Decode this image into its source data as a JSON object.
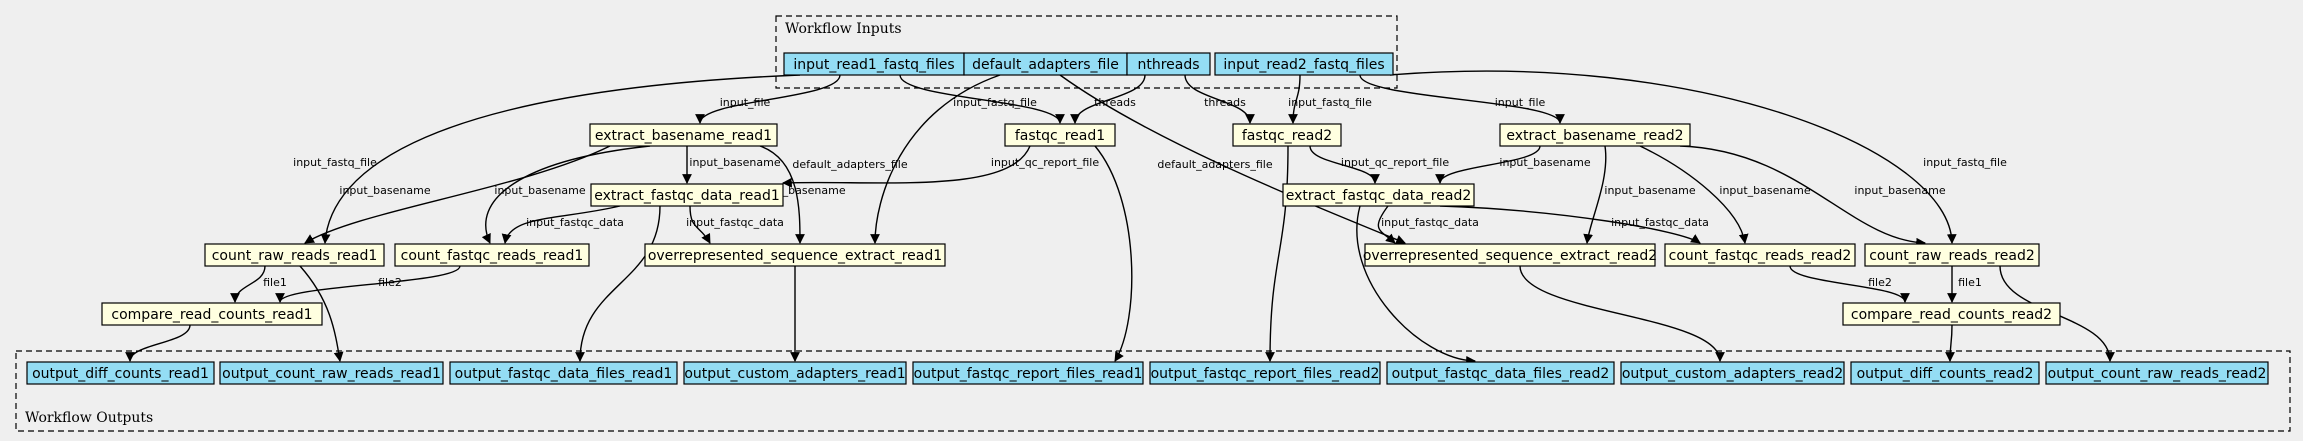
{
  "clusters": {
    "inputs_label": "Workflow Inputs",
    "outputs_label": "Workflow Outputs"
  },
  "colors": {
    "input_fill": "#94ddf4",
    "step_fill": "#ffffe0",
    "output_fill": "#94ddf4",
    "edge": "#000000",
    "background": "#efefef"
  },
  "nodes": [
    {
      "id": "in_r1",
      "kind": "input",
      "label": "input_read1_fastq_files"
    },
    {
      "id": "in_adapters",
      "kind": "input",
      "label": "default_adapters_file"
    },
    {
      "id": "in_threads",
      "kind": "input",
      "label": "nthreads"
    },
    {
      "id": "in_r2",
      "kind": "input",
      "label": "input_read2_fastq_files"
    },
    {
      "id": "ext_base_r1",
      "kind": "step",
      "label": "extract_basename_read1"
    },
    {
      "id": "fastqc_r1",
      "kind": "step",
      "label": "fastqc_read1"
    },
    {
      "id": "fastqc_r2",
      "kind": "step",
      "label": "fastqc_read2"
    },
    {
      "id": "ext_base_r2",
      "kind": "step",
      "label": "extract_basename_read2"
    },
    {
      "id": "ext_data_r1",
      "kind": "step",
      "label": "extract_fastqc_data_read1"
    },
    {
      "id": "ext_data_r2",
      "kind": "step",
      "label": "extract_fastqc_data_read2"
    },
    {
      "id": "count_raw_r1",
      "kind": "step",
      "label": "count_raw_reads_read1"
    },
    {
      "id": "count_fq_r1",
      "kind": "step",
      "label": "count_fastqc_reads_read1"
    },
    {
      "id": "overrep_r1",
      "kind": "step",
      "label": "overrepresented_sequence_extract_read1"
    },
    {
      "id": "overrep_r2",
      "kind": "step",
      "label": "overrepresented_sequence_extract_read2"
    },
    {
      "id": "count_fq_r2",
      "kind": "step",
      "label": "count_fastqc_reads_read2"
    },
    {
      "id": "count_raw_r2",
      "kind": "step",
      "label": "count_raw_reads_read2"
    },
    {
      "id": "cmp_r1",
      "kind": "step",
      "label": "compare_read_counts_read1"
    },
    {
      "id": "cmp_r2",
      "kind": "step",
      "label": "compare_read_counts_read2"
    },
    {
      "id": "out_diff_r1",
      "kind": "output",
      "label": "output_diff_counts_read1"
    },
    {
      "id": "out_raw_r1",
      "kind": "output",
      "label": "output_count_raw_reads_read1"
    },
    {
      "id": "out_data_r1",
      "kind": "output",
      "label": "output_fastqc_data_files_read1"
    },
    {
      "id": "out_adapt_r1",
      "kind": "output",
      "label": "output_custom_adapters_read1"
    },
    {
      "id": "out_report_r1",
      "kind": "output",
      "label": "output_fastqc_report_files_read1"
    },
    {
      "id": "out_report_r2",
      "kind": "output",
      "label": "output_fastqc_report_files_read2"
    },
    {
      "id": "out_data_r2",
      "kind": "output",
      "label": "output_fastqc_data_files_read2"
    },
    {
      "id": "out_adapt_r2",
      "kind": "output",
      "label": "output_custom_adapters_read2"
    },
    {
      "id": "out_diff_r2",
      "kind": "output",
      "label": "output_diff_counts_read2"
    },
    {
      "id": "out_raw_r2",
      "kind": "output",
      "label": "output_count_raw_reads_read2"
    }
  ],
  "edges": [
    {
      "from": "in_r1",
      "to": "ext_base_r1",
      "label": "input_file"
    },
    {
      "from": "in_r1",
      "to": "fastqc_r1",
      "label": "input_fastq_file"
    },
    {
      "from": "in_r1",
      "to": "count_raw_r1",
      "label": "input_fastq_file"
    },
    {
      "from": "in_threads",
      "to": "fastqc_r1",
      "label": "threads"
    },
    {
      "from": "in_threads",
      "to": "fastqc_r2",
      "label": "threads"
    },
    {
      "from": "in_adapters",
      "to": "overrep_r1",
      "label": "default_adapters_file"
    },
    {
      "from": "in_adapters",
      "to": "overrep_r2",
      "label": "default_adapters_file"
    },
    {
      "from": "in_r2",
      "to": "fastqc_r2",
      "label": "input_fastq_file"
    },
    {
      "from": "in_r2",
      "to": "ext_base_r2",
      "label": "input_file"
    },
    {
      "from": "in_r2",
      "to": "count_raw_r2",
      "label": "input_fastq_file"
    },
    {
      "from": "ext_base_r1",
      "to": "count_raw_r1",
      "label": "input_basename"
    },
    {
      "from": "ext_base_r1",
      "to": "count_fq_r1",
      "label": "input_basename"
    },
    {
      "from": "ext_base_r1",
      "to": "ext_data_r1",
      "label": "input_basename"
    },
    {
      "from": "ext_base_r1",
      "to": "overrep_r1",
      "label": "input_basename"
    },
    {
      "from": "fastqc_r1",
      "to": "ext_data_r1",
      "label": "input_qc_report_file"
    },
    {
      "from": "fastqc_r1",
      "to": "out_report_r1",
      "label": ""
    },
    {
      "from": "ext_data_r1",
      "to": "count_fq_r1",
      "label": "input_fastqc_data"
    },
    {
      "from": "ext_data_r1",
      "to": "overrep_r1",
      "label": "input_fastqc_data"
    },
    {
      "from": "ext_data_r1",
      "to": "out_data_r1",
      "label": ""
    },
    {
      "from": "count_raw_r1",
      "to": "cmp_r1",
      "label": "file1"
    },
    {
      "from": "count_raw_r1",
      "to": "out_raw_r1",
      "label": ""
    },
    {
      "from": "count_fq_r1",
      "to": "cmp_r1",
      "label": "file2"
    },
    {
      "from": "cmp_r1",
      "to": "out_diff_r1",
      "label": ""
    },
    {
      "from": "overrep_r1",
      "to": "out_adapt_r1",
      "label": ""
    },
    {
      "from": "fastqc_r2",
      "to": "ext_data_r2",
      "label": "input_qc_report_file"
    },
    {
      "from": "fastqc_r2",
      "to": "out_report_r2",
      "label": ""
    },
    {
      "from": "ext_base_r2",
      "to": "ext_data_r2",
      "label": "input_basename"
    },
    {
      "from": "ext_base_r2",
      "to": "overrep_r2",
      "label": "input_basename"
    },
    {
      "from": "ext_base_r2",
      "to": "count_fq_r2",
      "label": "input_basename"
    },
    {
      "from": "ext_base_r2",
      "to": "count_raw_r2",
      "label": "input_basename"
    },
    {
      "from": "ext_data_r2",
      "to": "overrep_r2",
      "label": "input_fastqc_data"
    },
    {
      "from": "ext_data_r2",
      "to": "count_fq_r2",
      "label": "input_fastqc_data"
    },
    {
      "from": "ext_data_r2",
      "to": "out_data_r2",
      "label": ""
    },
    {
      "from": "overrep_r2",
      "to": "out_adapt_r2",
      "label": ""
    },
    {
      "from": "count_fq_r2",
      "to": "cmp_r2",
      "label": "file2"
    },
    {
      "from": "count_raw_r2",
      "to": "cmp_r2",
      "label": "file1"
    },
    {
      "from": "count_raw_r2",
      "to": "out_raw_r2",
      "label": ""
    },
    {
      "from": "cmp_r2",
      "to": "out_diff_r2",
      "label": ""
    }
  ]
}
